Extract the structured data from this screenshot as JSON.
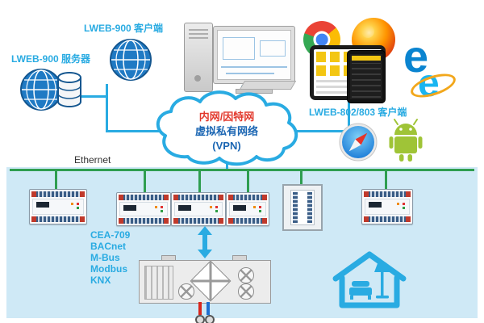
{
  "diagram": {
    "labels": {
      "lweb900_client": "LWEB-900 客户端",
      "lweb900_server": "LWEB-900 服务器",
      "lweb802_client": "LWEB-802/803 客户端",
      "ethernet": "Ethernet",
      "cloud": {
        "line1": "内网/因特网",
        "line2": "虚拟私有网络",
        "line3": "(VPN)"
      },
      "protocols": [
        "CEA-709",
        "BACnet",
        "M-Bus",
        "Modbus",
        "KNX"
      ],
      "edge_glyph": "e",
      "ie_glyph": "e"
    },
    "icons": [
      "globe-client-icon",
      "globe-server-database-icon",
      "desktop-tower-icon",
      "monitor-icon",
      "chrome-icon",
      "firefox-icon",
      "edge-icon",
      "internet-explorer-icon",
      "tablet-icon",
      "smartphone-icon",
      "vpn-cloud",
      "safari-icon",
      "android-icon",
      "din-controller-device",
      "double-arrow-icon",
      "air-handling-unit-icon",
      "smart-home-icon"
    ],
    "colors": {
      "accent_cyan": "#29abe2",
      "cloud_text_red": "#e23a2e",
      "cloud_text_blue": "#1b66b3",
      "ethernet_green": "#2f9e50",
      "bottom_band": "#cfe9f6"
    }
  }
}
